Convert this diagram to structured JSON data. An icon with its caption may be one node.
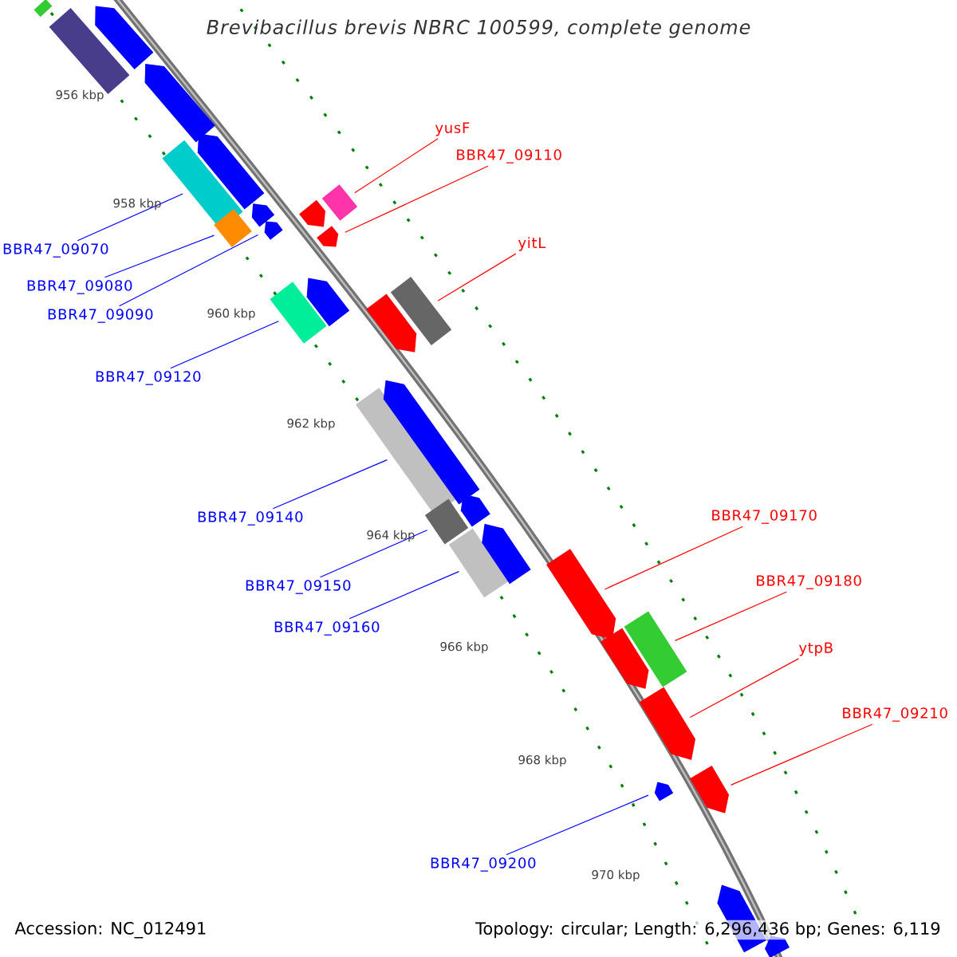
{
  "diagram": {
    "title": "Brevibacillus brevis NBRC 100599, complete genome",
    "nodes": [
      {
        "text": [
          "yusF"
        ]
      },
      {
        "text": [
          "BBR47_09110"
        ]
      },
      {
        "text": [
          "BBR47_09070"
        ]
      },
      {
        "text": [
          "yitL"
        ]
      },
      {
        "text": [
          "BBR47_09080"
        ]
      },
      {
        "text": [
          "BBR47_09090"
        ]
      },
      {
        "text": [
          "BBR47_09120"
        ]
      },
      {
        "text": [
          "BBR47_09140"
        ]
      },
      {
        "text": [
          "BBR47_09170"
        ]
      },
      {
        "text": [
          "BBR47_09180"
        ]
      },
      {
        "text": [
          "BBR47_09150"
        ]
      },
      {
        "text": [
          "BBR47_09160"
        ]
      },
      {
        "text": [
          "ytpB"
        ]
      },
      {
        "text": [
          "BBR47_09210"
        ]
      },
      {
        "text": [
          "BBR47_09200"
        ]
      },
      {
        "text": [],
        "shape": "bar"
      },
      {
        "text": [],
        "shape": "bar"
      },
      {
        "text": [],
        "shape": "bar"
      },
      {
        "text": [],
        "shape": "bar"
      },
      {
        "text": [],
        "shape": "bar"
      },
      {
        "text": [],
        "shape": "bar"
      },
      {
        "text": [],
        "shape": "bar"
      },
      {
        "text": [],
        "shape": "bar"
      },
      {
        "text": [],
        "shape": "bar"
      },
      {
        "text": [],
        "shape": "bar"
      },
      {
        "text": [],
        "shape": "bar"
      },
      {
        "text": [],
        "shape": "bar"
      },
      {
        "text": [],
        "shape": "bar"
      },
      {
        "text": [],
        "shape": "bar"
      },
      {
        "text": [],
        "shape": "bar"
      },
      {
        "text": [],
        "shape": "bar"
      },
      {
        "text": [],
        "shape": "bar"
      },
      {
        "text": [],
        "shape": "bar"
      },
      {
        "text": [],
        "shape": "bar"
      },
      {
        "text": [],
        "shape": "bar"
      },
      {
        "text": [],
        "shape": "bar"
      },
      {
        "text": [],
        "shape": "bar"
      },
      {
        "text": [],
        "shape": "bar"
      },
      {
        "text": [],
        "shape": "bar"
      },
      {
        "text": [],
        "shape": "bar"
      },
      {
        "text": [],
        "shape": "bar"
      },
      {
        "text": [],
        "shape": "bar"
      },
      {
        "text": [],
        "shape": "bar"
      },
      {
        "text": [],
        "shape": "bar"
      },
      {
        "text": [],
        "shape": "bar"
      }
    ],
    "edges": [
      {
        "from": 0,
        "to": 15,
        "arrow": "none",
        "color": "#ff0000"
      },
      {
        "from": 1,
        "to": 16,
        "arrow": "none",
        "color": "#ff0000"
      },
      {
        "from": 2,
        "to": 17,
        "arrow": "none"
      },
      {
        "from": 3,
        "to": 18,
        "arrow": "none",
        "color": "#ff0000"
      },
      {
        "from": 4,
        "to": 19,
        "arrow": "none"
      },
      {
        "from": 5,
        "to": 20,
        "arrow": "none"
      },
      {
        "from": 6,
        "to": 21,
        "arrow": "none"
      },
      {
        "from": 7,
        "to": 22,
        "arrow": "none"
      },
      {
        "from": 8,
        "to": 23,
        "arrow": "none",
        "color": "#ff0000"
      },
      {
        "from": 9,
        "to": 24,
        "arrow": "none",
        "color": "#ff0000"
      },
      {
        "from": 10,
        "to": 25,
        "arrow": "none"
      },
      {
        "from": 11,
        "to": 26,
        "arrow": "none"
      },
      {
        "from": 12,
        "to": 27,
        "arrow": "none",
        "color": "#ff0000"
      },
      {
        "from": 13,
        "to": 28,
        "arrow": "none",
        "color": "#ff0000"
      },
      {
        "from": 14,
        "to": 29,
        "arrow": "none"
      }
    ],
    "labels": [
      "956 kbp",
      "958 kbp",
      "960 kbp",
      "962 kbp",
      "964 kbp",
      "966 kbp",
      "968 kbp",
      "970 kbp",
      "Accession: NC_012491",
      "Topology: circular; Length: 6,296,436 bp; Genes: 6,119"
    ]
  }
}
